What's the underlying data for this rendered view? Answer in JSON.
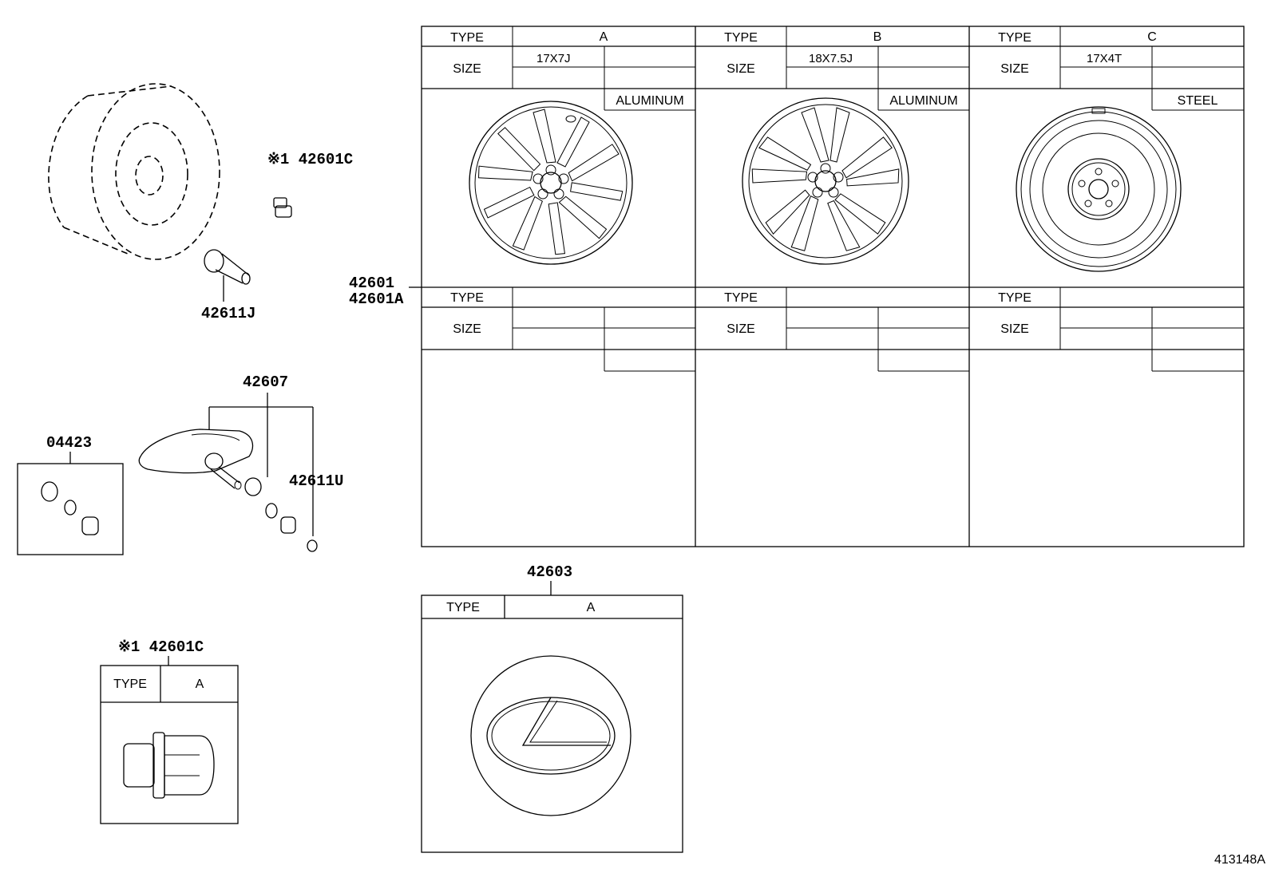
{
  "parts": {
    "wheel_nut_top": "※1 42601C",
    "valve": "42611J",
    "wheel_main_a": "42601",
    "wheel_main_b": "42601A",
    "sensor": "42607",
    "sensor_valve": "42611U",
    "kit": "04423",
    "nut_table_title": "※1 42601C",
    "cap": "42603"
  },
  "wheel_table": {
    "type_label": "TYPE",
    "size_label": "SIZE",
    "columns": [
      {
        "type": "A",
        "size": "17X7J",
        "material": "ALUMINUM"
      },
      {
        "type": "B",
        "size": "18X7.5J",
        "material": "ALUMINUM"
      },
      {
        "type": "C",
        "size": "17X4T",
        "material": "STEEL"
      }
    ]
  },
  "cap_table": {
    "type_label": "TYPE",
    "type": "A"
  },
  "nut_table": {
    "type_label": "TYPE",
    "type": "A"
  },
  "drawing_ref": "413148A"
}
